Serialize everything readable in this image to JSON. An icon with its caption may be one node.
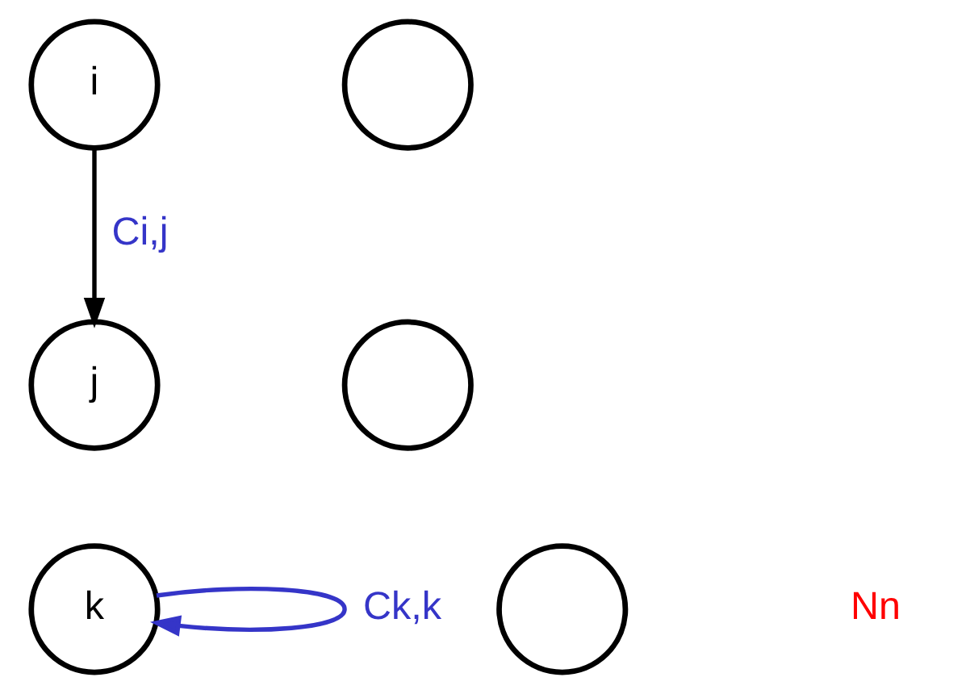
{
  "diagram": {
    "nodes": [
      {
        "text": [
          "i"
        ]
      },
      {
        "text": [],
        "shape": "circle"
      },
      {
        "text": [
          "j"
        ]
      },
      {
        "text": [],
        "shape": "circle"
      },
      {
        "text": [
          "k"
        ]
      },
      {
        "text": [],
        "shape": "circle"
      }
    ],
    "edges": [
      {
        "from": 0,
        "to": 2,
        "arrow": "to",
        "label": "Ci,j"
      },
      {
        "from": 4,
        "to": 4,
        "arrow": "to",
        "label": "Ck,k",
        "color": "#3535c8"
      }
    ],
    "labels": [
      "Nn"
    ]
  }
}
